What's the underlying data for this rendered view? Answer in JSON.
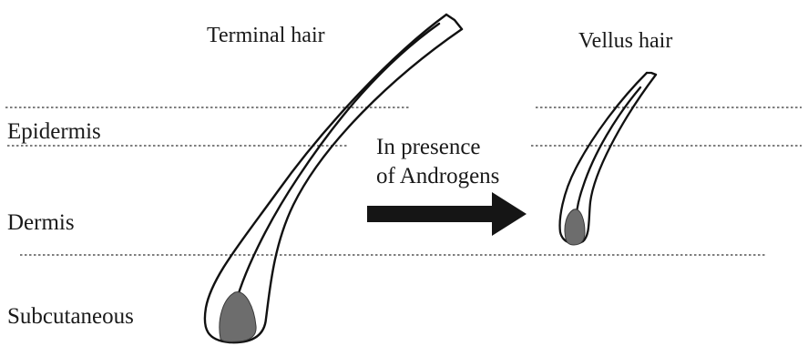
{
  "titles": {
    "terminal_hair": "Terminal hair",
    "vellus_hair": "Vellus hair"
  },
  "layers": {
    "epidermis": "Epidermis",
    "dermis": "Dermis",
    "subcutaneous": "Subcutaneous"
  },
  "transition": {
    "line1": "In presence",
    "line2": "of Androgens"
  },
  "colors": {
    "outline": "#111111",
    "papilla": "#6d6d6d",
    "arrow": "#151515",
    "layer_line": "#555555"
  }
}
